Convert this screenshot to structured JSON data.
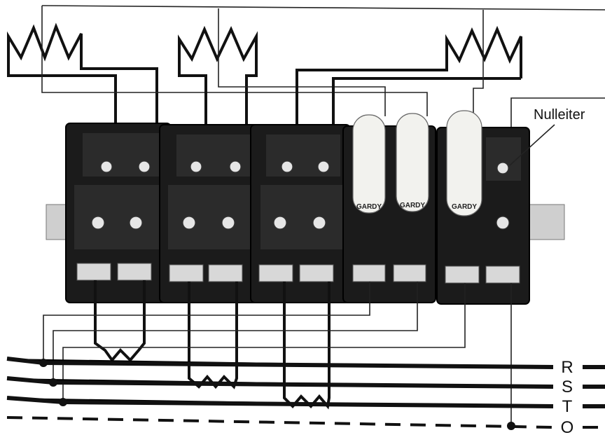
{
  "labels": {
    "neutral": "Nulleiter",
    "bus_r": "R",
    "bus_s": "S",
    "bus_t": "T",
    "bus_o": "O",
    "fuse_brand_1": "GARDY",
    "fuse_brand_2": "GARDY",
    "fuse_brand_3": "GARDY"
  },
  "colors": {
    "ink": "#111111",
    "block": "#1b1b1b",
    "fuse_body": "#f2f2ee"
  }
}
